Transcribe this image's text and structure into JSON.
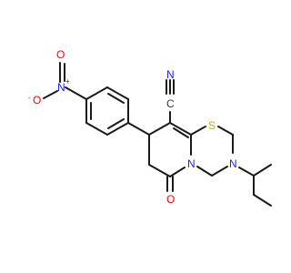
{
  "molecule": {
    "atoms": {
      "nitrile_c": {
        "text": "C",
        "color": "#3a3a3a"
      },
      "nitrile_n": {
        "text": "N",
        "color": "#2020ff"
      },
      "nitro_n": {
        "text": "N",
        "color": "#2020ff"
      },
      "nitro_plus": {
        "text": "+",
        "color": "#2020ff"
      },
      "nitro_o_top": {
        "text": "O",
        "color": "#ff0000"
      },
      "nitro_o_left": {
        "text": "O",
        "color": "#ff0000"
      },
      "nitro_minus": {
        "text": "-",
        "color": "#ff0000"
      },
      "ring_s": {
        "text": "S",
        "color": "#b8b800"
      },
      "ring_n1": {
        "text": "N",
        "color": "#2020ff"
      },
      "ring_n2": {
        "text": "N",
        "color": "#2020ff"
      },
      "carbonyl_o": {
        "text": "O",
        "color": "#ff0000"
      }
    }
  }
}
